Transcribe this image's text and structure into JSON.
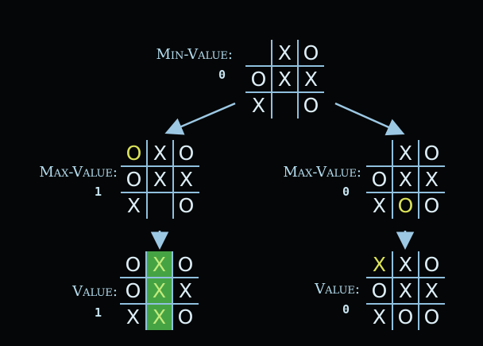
{
  "colors": {
    "background": "#050607",
    "grid": "#8fc0de",
    "mark": "#ddeef7",
    "highlight": "#dbe35a",
    "win_cell": "#46a344",
    "label": "#b5def0"
  },
  "root": {
    "label": "Min-Value:",
    "value": "0",
    "cells": [
      "",
      "X",
      "O",
      "O",
      "X",
      "X",
      "X",
      "",
      "O"
    ]
  },
  "left": {
    "label": "Max-Value:",
    "value": "1",
    "cells": [
      "O",
      "X",
      "O",
      "O",
      "X",
      "X",
      "X",
      "",
      "O"
    ],
    "highlight": [
      0
    ]
  },
  "right": {
    "label": "Max-Value:",
    "value": "0",
    "cells": [
      "",
      "X",
      "O",
      "O",
      "X",
      "X",
      "X",
      "O",
      "O"
    ],
    "highlight": [
      7
    ]
  },
  "left_leaf": {
    "label": "Value:",
    "value": "1",
    "cells": [
      "O",
      "X",
      "O",
      "O",
      "X",
      "X",
      "X",
      "X",
      "O"
    ],
    "highlight": [
      7
    ],
    "win": [
      1,
      4,
      7
    ]
  },
  "right_leaf": {
    "label": "Value:",
    "value": "0",
    "cells": [
      "X",
      "X",
      "O",
      "O",
      "X",
      "X",
      "X",
      "O",
      "O"
    ],
    "highlight": [
      0
    ]
  }
}
